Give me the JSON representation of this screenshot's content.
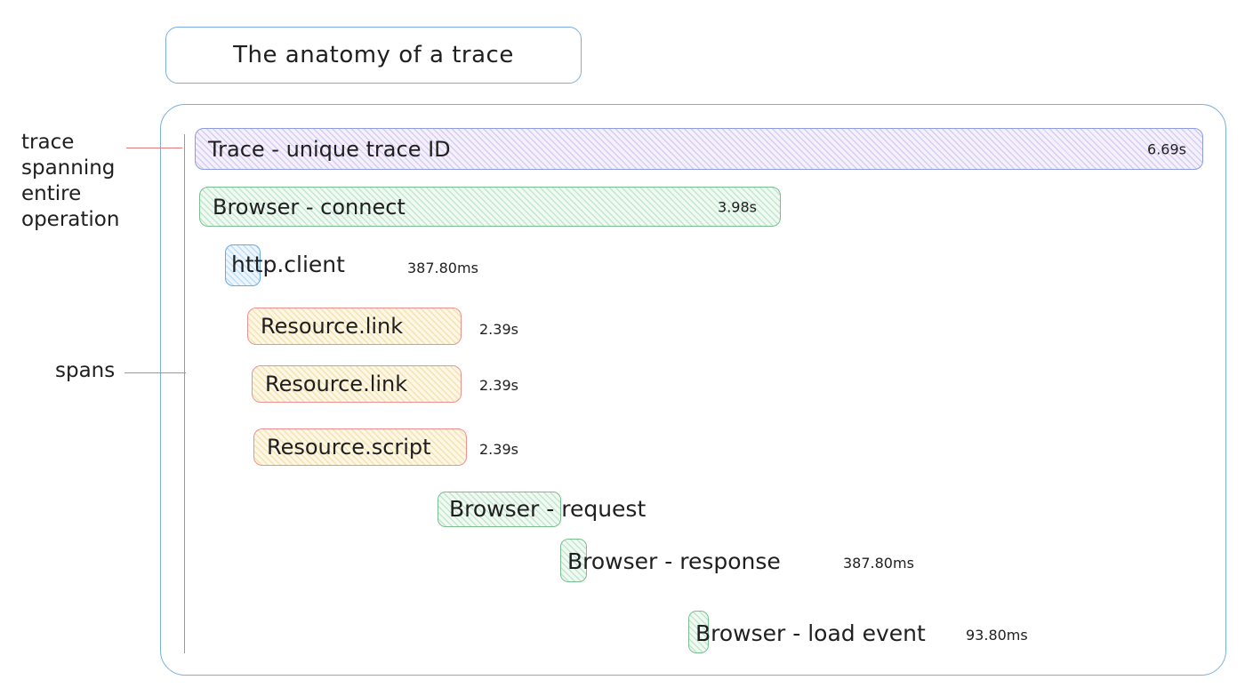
{
  "title": "The anatomy of a trace",
  "annotations": {
    "trace": "trace\nspanning\nentire\noperation",
    "spans": "spans"
  },
  "spans": [
    {
      "name": "Trace - unique trace ID",
      "duration": "6.69s",
      "kind": "trace"
    },
    {
      "name": "Browser - connect",
      "duration": "3.98s",
      "kind": "browser"
    },
    {
      "name": "http.client",
      "duration": "387.80ms",
      "kind": "http"
    },
    {
      "name": "Resource.link",
      "duration": "2.39s",
      "kind": "resource"
    },
    {
      "name": "Resource.link",
      "duration": "2.39s",
      "kind": "resource"
    },
    {
      "name": "Resource.script",
      "duration": "2.39s",
      "kind": "resource"
    },
    {
      "name": "Browser - request",
      "duration": "",
      "kind": "browser"
    },
    {
      "name": "Browser - response",
      "duration": "387.80ms",
      "kind": "browser"
    },
    {
      "name": "Browser - load event",
      "duration": "93.80ms",
      "kind": "browser"
    }
  ],
  "colors": {
    "frame_border": "#7aafe0",
    "trace_fill": "#f4f1fc",
    "trace_border": "#8c9ce2",
    "browser_fill": "#f0faf3",
    "browser_border": "#7abf90",
    "http_fill": "#edf6fd",
    "http_border": "#66a9e4",
    "resource_fill": "#fdf7e4",
    "resource_border": "#ec9191",
    "annotation_line": "#e07c7c",
    "text": "#1f1f1f"
  }
}
